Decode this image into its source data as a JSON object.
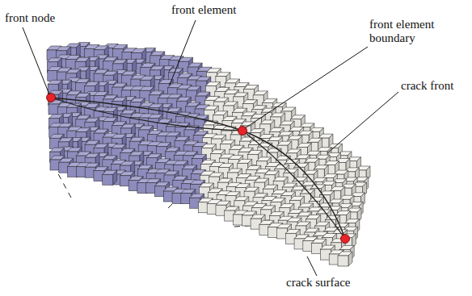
{
  "diagram": {
    "labels": [
      "front node",
      "front element",
      "front element boundary",
      "crack front",
      "crack surface"
    ]
  }
}
